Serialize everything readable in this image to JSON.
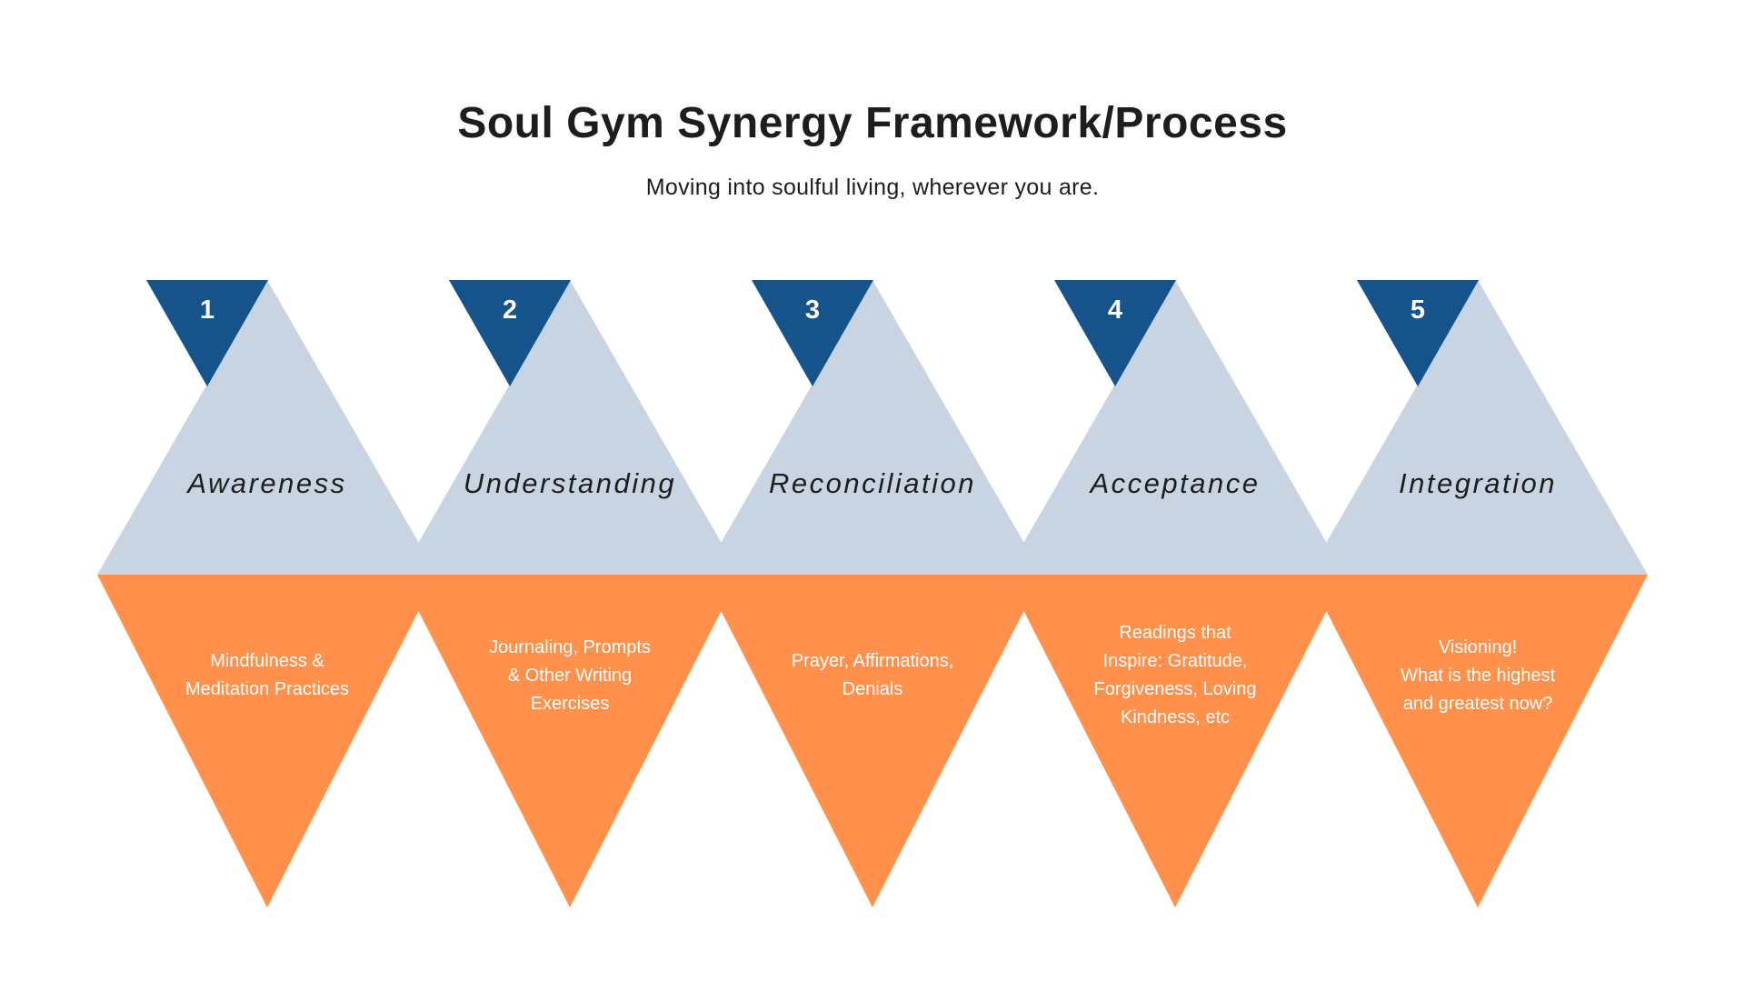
{
  "title": "Soul Gym Synergy Framework/Process",
  "subtitle": "Moving into soulful living, wherever you are.",
  "colors": {
    "blue": "#16538A",
    "gray": "#C9D4E2",
    "orange": "#FF914D"
  },
  "steps": [
    {
      "number": "1",
      "label": "Awareness",
      "lines": [
        "Mindfulness &",
        "Meditation Practices"
      ]
    },
    {
      "number": "2",
      "label": "Understanding",
      "lines": [
        "Journaling, Prompts",
        "& Other Writing",
        "Exercises"
      ]
    },
    {
      "number": "3",
      "label": "Reconciliation",
      "lines": [
        "Prayer, Affirmations,",
        "Denials"
      ]
    },
    {
      "number": "4",
      "label": "Acceptance",
      "lines": [
        "Readings that",
        "Inspire: Gratitude,",
        "Forgiveness, Loving",
        "Kindness, etc"
      ]
    },
    {
      "number": "5",
      "label": "Integration",
      "lines": [
        "Visioning!",
        "What is the highest",
        "and greatest now?"
      ]
    }
  ]
}
